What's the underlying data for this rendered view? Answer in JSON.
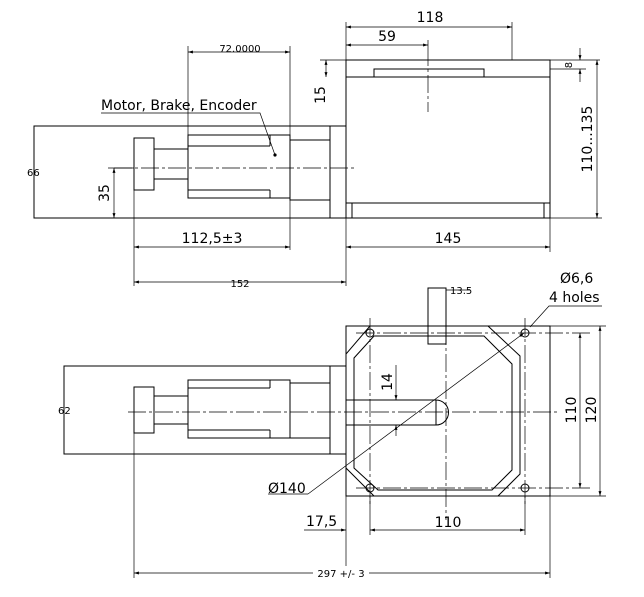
{
  "labels": {
    "dim_118": "118",
    "dim_59": "59",
    "dim_72": "72.0000",
    "callout_motor": "Motor, Brake, Encoder",
    "dim_15": "15",
    "dim_8": "8",
    "dim_110_135": "110...135",
    "dim_66": "66",
    "dim_35": "35",
    "dim_112": "112,5±3",
    "dim_145": "145",
    "dim_152": "152",
    "dim_13_5": "13.5",
    "hole_dia": "Ø6,6",
    "hole_count": "4 holes",
    "dim_62": "62",
    "dim_14": "14",
    "dim_110_v": "110",
    "dim_120": "120",
    "dim_140": "Ø140",
    "dim_17_5": "17,5",
    "dim_110_h": "110",
    "dim_297": "297 +/- 3"
  }
}
